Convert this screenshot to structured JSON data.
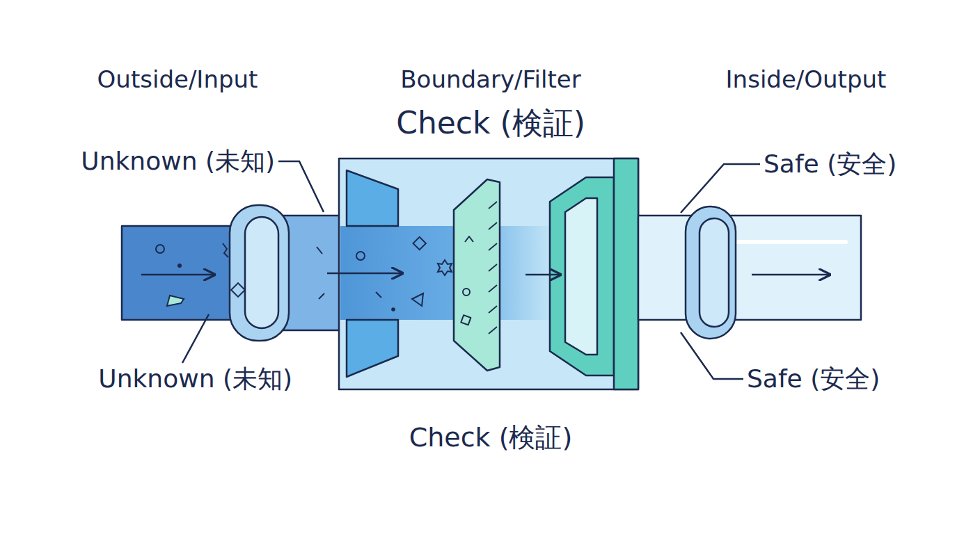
{
  "diagram": {
    "labels": [
      "Outside/Input",
      "Boundary/Filter",
      "Inside/Output",
      "Check (検証)",
      "Unknown (未知)",
      "Safe (安全)",
      "Unknown (未知)",
      "Safe (安全)",
      "Check (検証)"
    ]
  }
}
